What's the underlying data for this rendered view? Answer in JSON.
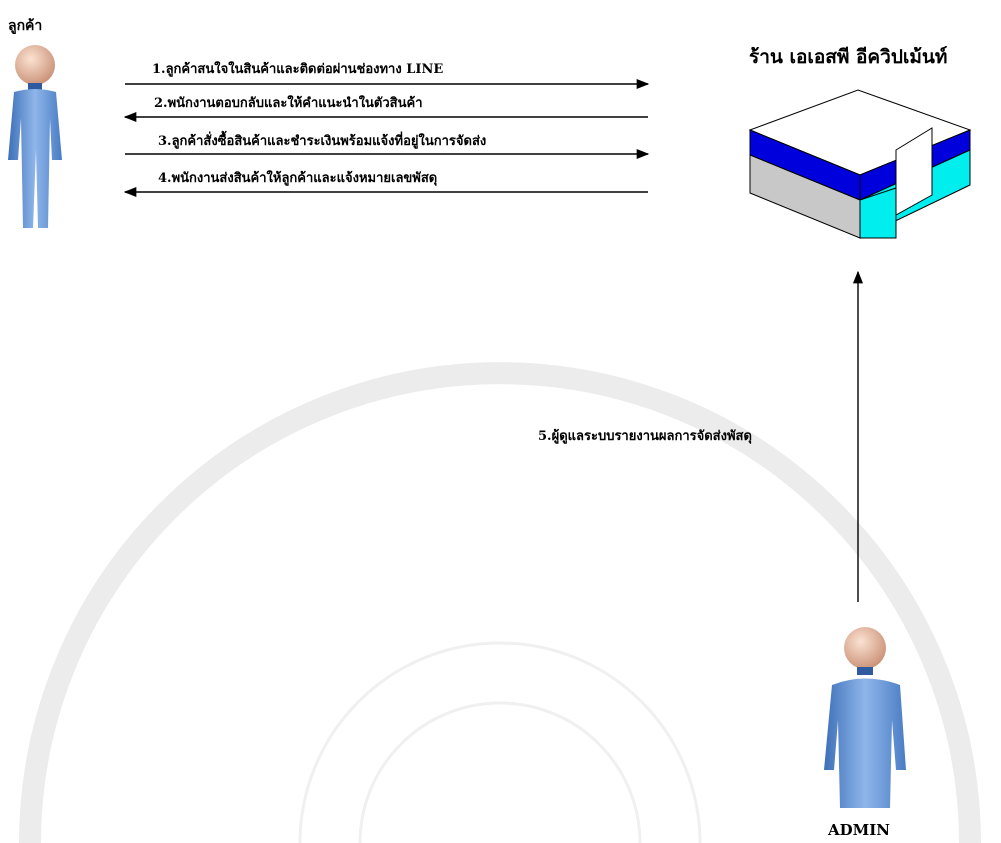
{
  "actors": {
    "customer_label": "ลูกค้า",
    "admin_label": "ADMIN"
  },
  "store": {
    "title": "ร้าน เอเอสพี อีควิปเม้นท์"
  },
  "messages": [
    {
      "label": "1.ลูกค้าสนใจในสินค้าและติดต่อผ่านช่องทาง LINE",
      "direction": "to-store"
    },
    {
      "label": "2.พนักงานตอบกลับและให้คำแนะนำในตัวสินค้า",
      "direction": "to-customer"
    },
    {
      "label": "3.ลูกค้าสั่งซื้อสินค้าและชำระเงินพร้อมแจ้งที่อยู่ในการจัดส่ง",
      "direction": "to-store"
    },
    {
      "label": "4.พนักงานส่งสินค้าให้ลูกค้าและแจ้งหมายเลขพัสดุ",
      "direction": "to-customer"
    },
    {
      "label": "5.ผู้ดูแลระบบรายงานผลการจัดส่งพัสดุ",
      "direction": "admin-to-store"
    }
  ],
  "colors": {
    "person_body": "#6a9ad8",
    "person_head": "#e8b89a",
    "building_blue": "#0000dd",
    "building_cyan": "#00eeee",
    "building_gray": "#c8c8c8"
  }
}
